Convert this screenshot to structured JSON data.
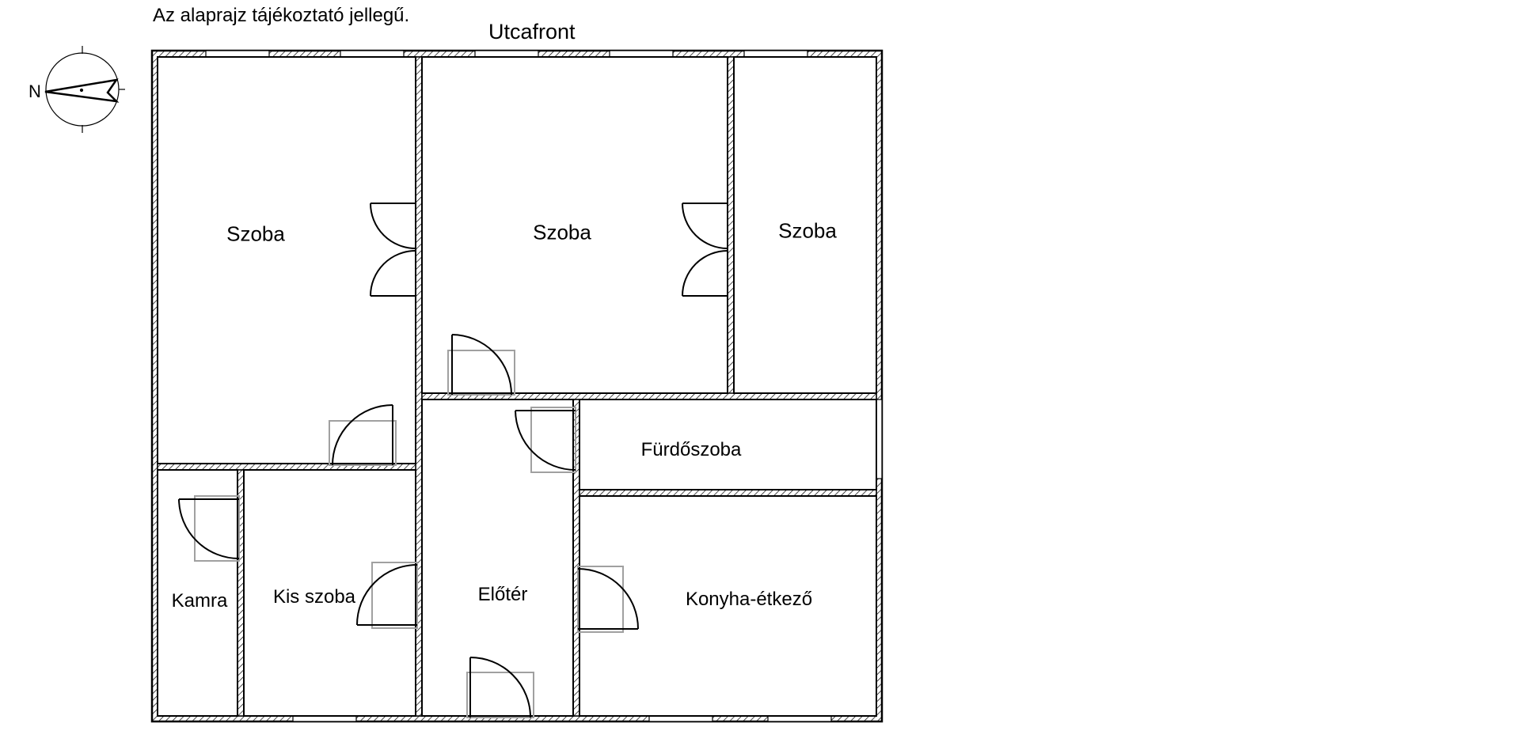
{
  "header": {
    "disclaimer": "Az alaprajz tájékoztató jellegű.",
    "street_front": "Utcafront"
  },
  "compass": {
    "north_label": "N",
    "icon": "north-arrow-icon"
  },
  "rooms": [
    {
      "id": "szoba-1",
      "label": "Szoba"
    },
    {
      "id": "szoba-2",
      "label": "Szoba"
    },
    {
      "id": "szoba-3",
      "label": "Szoba"
    },
    {
      "id": "furdoszoba",
      "label": "Fürdőszoba"
    },
    {
      "id": "kamra",
      "label": "Kamra"
    },
    {
      "id": "kis-szoba",
      "label": "Kis szoba"
    },
    {
      "id": "eloter",
      "label": "Előtér"
    },
    {
      "id": "konyha-etkezo",
      "label": "Konyha-étkező"
    }
  ],
  "colors": {
    "wall": "#000000",
    "door_frame": "#a0a0a0",
    "background": "#ffffff"
  }
}
